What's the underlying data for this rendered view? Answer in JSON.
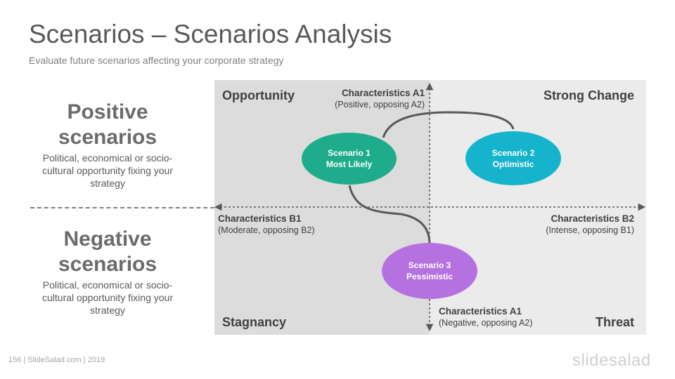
{
  "header": {
    "title": "Scenarios – Scenarios Analysis",
    "subtitle": "Evaluate future scenarios affecting your corporate strategy"
  },
  "left": {
    "positive": {
      "heading_line1": "Positive",
      "heading_line2": "scenarios",
      "desc_line1": "Political, economical or socio-",
      "desc_line2": "cultural opportunity fixing your",
      "desc_line3": "strategy"
    },
    "negative": {
      "heading_line1": "Negative",
      "heading_line2": "scenarios",
      "desc_line1": "Political, economical or socio-",
      "desc_line2": "cultural opportunity fixing your",
      "desc_line3": "strategy"
    }
  },
  "matrix": {
    "quadrants": {
      "top_left": "Opportunity",
      "top_right": "Strong Change",
      "bottom_left": "Stagnancy",
      "bottom_right": "Threat"
    },
    "axes": {
      "top": {
        "title": "Characteristics A1",
        "sub": "(Positive,  opposing  A2)"
      },
      "bottom": {
        "title": "Characteristics A1",
        "sub": "(Negative,  opposing  A2)"
      },
      "left": {
        "title": "Characteristics B1",
        "sub": "(Moderate,  opposing  B2)"
      },
      "right": {
        "title": "Characteristics B2",
        "sub": "(Intense,  opposing  B1)"
      }
    },
    "scenarios": [
      {
        "line1": "Scenario 1",
        "line2": "Most Likely",
        "color": "#1fac8c"
      },
      {
        "line1": "Scenario 2",
        "line2": "Optimistic",
        "color": "#16b3cc"
      },
      {
        "line1": "Scenario 3",
        "line2": "Pessimistic",
        "color": "#b571e0"
      }
    ]
  },
  "footer": {
    "text": "156   | SlideSalad.com | 2019",
    "logo": "slidesalad"
  }
}
